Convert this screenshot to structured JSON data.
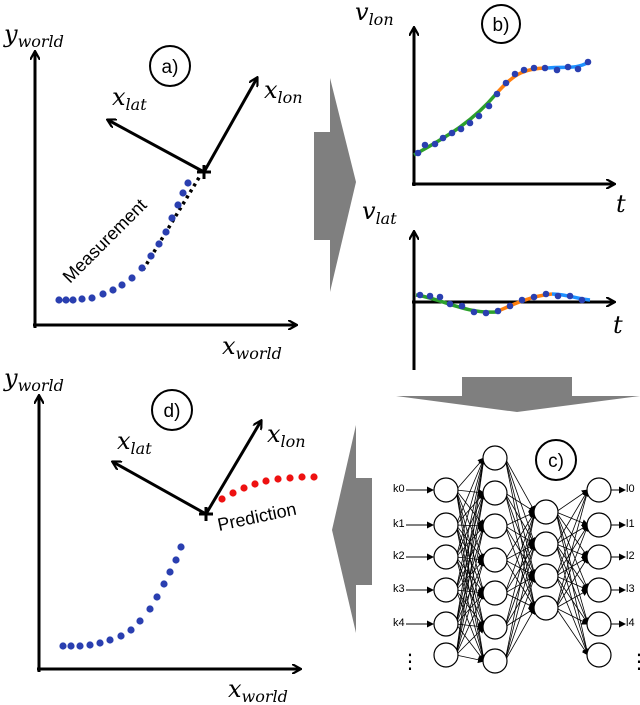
{
  "panels": {
    "a": {
      "badge": "a)",
      "y_axis": {
        "base": "y",
        "sub": "world"
      },
      "x_axis": {
        "base": "x",
        "sub": "world"
      },
      "lat_axis": {
        "base": "x",
        "sub": "lat"
      },
      "lon_axis": {
        "base": "x",
        "sub": "lon"
      },
      "annotation": "Measurement",
      "annotation_color": "#1f4e8c"
    },
    "b": {
      "badge": "b)",
      "top_y_axis": {
        "base": "v",
        "sub": "lon"
      },
      "bottom_y_axis": {
        "base": "v",
        "sub": "lat"
      },
      "x_axis": "t",
      "segment_colors": [
        "#2ca02c",
        "#ff7f0e",
        "#1e90ff"
      ],
      "point_color": "#2a3fb0"
    },
    "c": {
      "badge": "c)",
      "inputs": [
        "k0",
        "k1",
        "k2",
        "k3",
        "k4"
      ],
      "outputs": [
        "l0",
        "l1",
        "l2",
        "l3",
        "l4"
      ],
      "ellipsis": "⋮"
    },
    "d": {
      "badge": "d)",
      "y_axis": {
        "base": "y",
        "sub": "world"
      },
      "x_axis": {
        "base": "x",
        "sub": "world"
      },
      "lat_axis": {
        "base": "x",
        "sub": "lat"
      },
      "lon_axis": {
        "base": "x",
        "sub": "lon"
      },
      "annotation": "Prediction",
      "annotation_color": "#ee1111",
      "measured_color": "#2a3fb0"
    }
  },
  "arrow_color": "#7f7f7f"
}
